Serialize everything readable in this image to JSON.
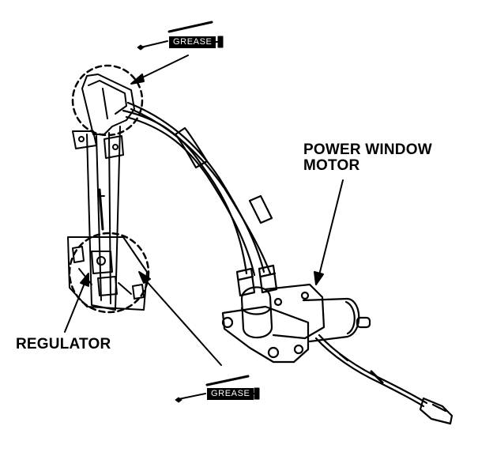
{
  "labels": {
    "motor_line1": "POWER WINDOW",
    "motor_line2": "MOTOR",
    "regulator": "REGULATOR",
    "grease_top": "GREASE",
    "grease_bottom": "GREASE"
  }
}
